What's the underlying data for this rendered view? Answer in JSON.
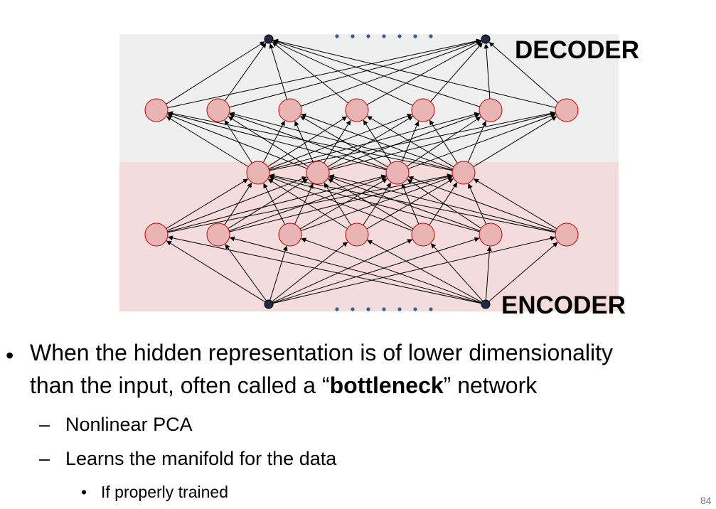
{
  "diagram": {
    "decoder_label": "DECODER",
    "encoder_label": "ENCODER",
    "colors": {
      "decoder_band": "#efefef",
      "encoder_band": "#f4dcdc",
      "hidden_node_fill": "#e9b4b4",
      "hidden_node_stroke": "#c00000",
      "io_node_fill": "#1f2a44",
      "dots": "#3b5c8f",
      "edge": "#000000"
    },
    "layers": [
      {
        "name": "input",
        "nodes": 2,
        "kind": "io"
      },
      {
        "name": "hidden-1",
        "nodes": 7,
        "kind": "hidden"
      },
      {
        "name": "bottleneck",
        "nodes": 4,
        "kind": "hidden"
      },
      {
        "name": "hidden-3",
        "nodes": 7,
        "kind": "hidden"
      },
      {
        "name": "output",
        "nodes": 2,
        "kind": "io"
      }
    ]
  },
  "bullets": {
    "main_pre": "When the hidden representation is of lower dimensionality",
    "main_line2_pre": "than the input, often called a “",
    "main_bold": "bottleneck",
    "main_line2_post": "” network",
    "sub1": "Nonlinear PCA",
    "sub2": "Learns the manifold for the data",
    "subsub1": "If properly trained",
    "bullet_symbol": "•",
    "dash_symbol": "–"
  },
  "page_number": "84"
}
